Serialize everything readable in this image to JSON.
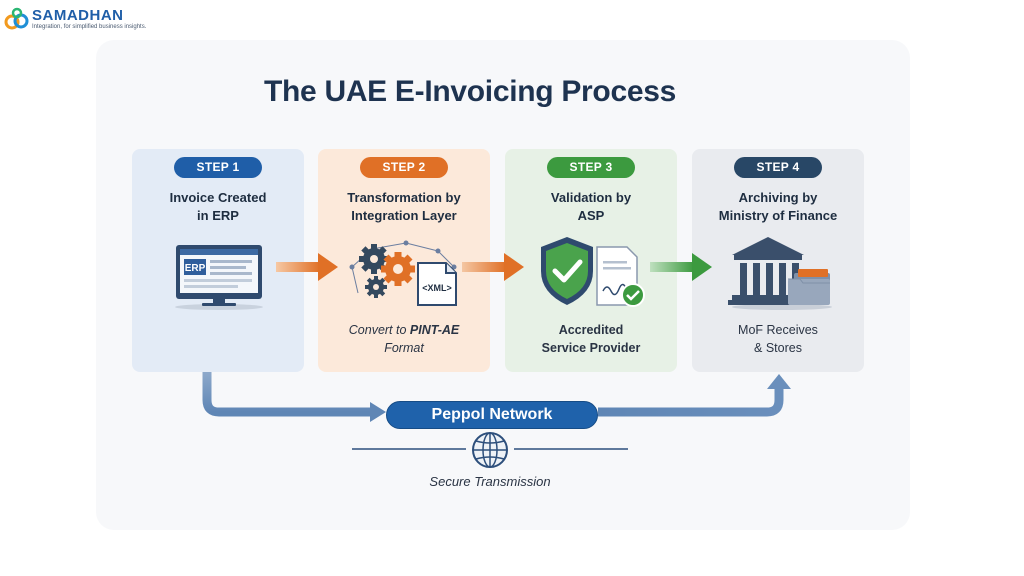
{
  "logo": {
    "name": "SAMADHAN",
    "tagline": "Integration, for simplified business insights."
  },
  "title": "The UAE E-Invoicing Process",
  "steps": [
    {
      "badge": "STEP 1",
      "title": "Invoice Created in ERP",
      "icon": "computer-erp-icon",
      "icon_text": "ERP",
      "description": "",
      "color": "#1f5ea8"
    },
    {
      "badge": "STEP 2",
      "title": "Transformation by Integration Layer",
      "icon": "gears-xml-icon",
      "icon_text": "<XML>",
      "description_prefix": "Convert to ",
      "description_bold": "PINT-AE",
      "description_suffix": "Format",
      "color": "#e07026"
    },
    {
      "badge": "STEP 3",
      "title": "Validation by ASP",
      "icon": "shield-check-document-icon",
      "description": "Accredited Service Provider",
      "color": "#3c9a3f"
    },
    {
      "badge": "STEP 4",
      "title": "Archiving by Ministry of Finance",
      "icon": "government-building-folder-icon",
      "description": "MoF Receives & Stores",
      "color": "#284766"
    }
  ],
  "network": {
    "label": "Peppol Network",
    "icon": "globe-icon",
    "caption": "Secure Transmission"
  },
  "colors": {
    "blue": "#1f5ea8",
    "orange": "#e07026",
    "green": "#3c9a3f",
    "navy": "#284766",
    "title": "#1e3350"
  }
}
